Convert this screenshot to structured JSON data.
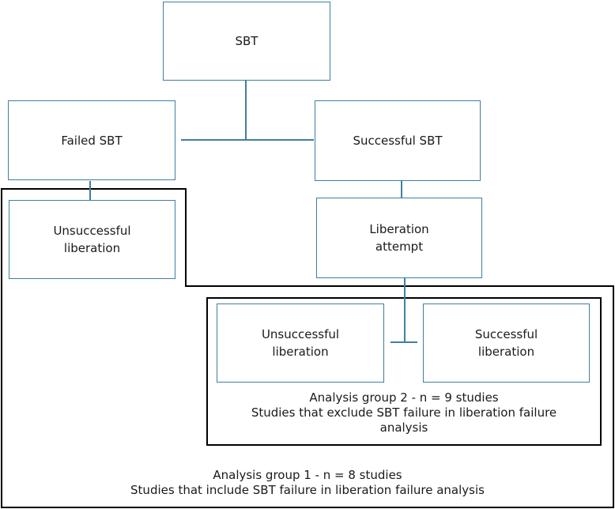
{
  "nodes": {
    "sbt": "SBT",
    "failed_sbt": "Failed SBT",
    "successful_sbt": "Successful SBT",
    "unsuccessful_liberation_left": [
      "Unsuccessful",
      "liberation"
    ],
    "liberation_attempt": [
      "Liberation",
      "attempt"
    ],
    "unsuccessful_liberation_inner": [
      "Unsuccessful",
      "liberation"
    ],
    "successful_liberation": [
      "Successful",
      "liberation"
    ]
  },
  "groups": {
    "group2": {
      "title": "Analysis group 2 - n = 9 studies",
      "desc_line1": "Studies that exclude SBT failure in liberation failure",
      "desc_line2": "analysis"
    },
    "group1": {
      "title": "Analysis group 1 - n = 8 studies",
      "desc": "Studies that include SBT failure in liberation failure analysis"
    }
  },
  "colors": {
    "box_border": "#3f7f9f",
    "connector": "#3f7f9f",
    "group_outline": "#000000"
  }
}
